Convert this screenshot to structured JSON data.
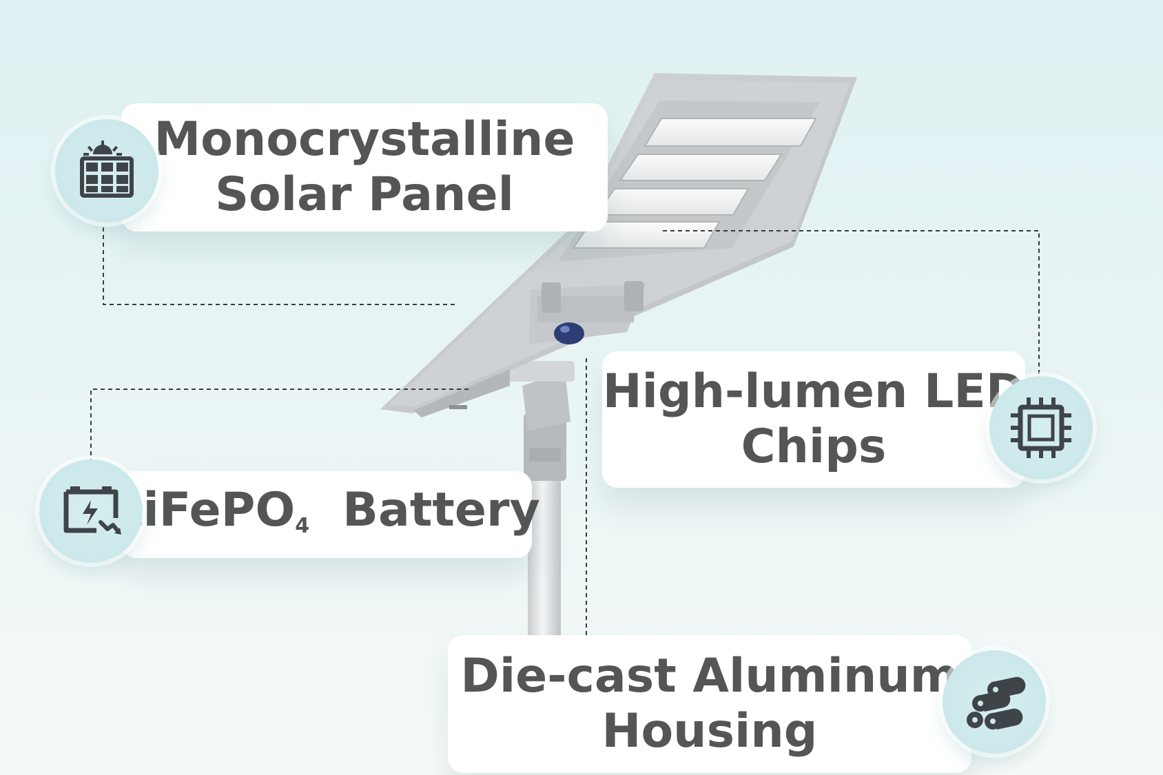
{
  "features": {
    "solar": {
      "line1": "Monocrystalline",
      "line2": "Solar Panel",
      "icon": "solar-panel-icon"
    },
    "battery": {
      "prefix": "LiFePO",
      "subscript": "4",
      "suffix": "Battery",
      "icon": "battery-charge-icon"
    },
    "led": {
      "line1": "High-lumen LED",
      "line2": "Chips",
      "icon": "chip-icon"
    },
    "housing": {
      "line1": "Die-cast Aluminum",
      "line2": "Housing",
      "icon": "aluminum-bars-icon"
    }
  },
  "colors": {
    "text": "#555555",
    "icon": "#3f4448",
    "badge": "#cbe8ea",
    "lamp": "#c9ccce"
  }
}
